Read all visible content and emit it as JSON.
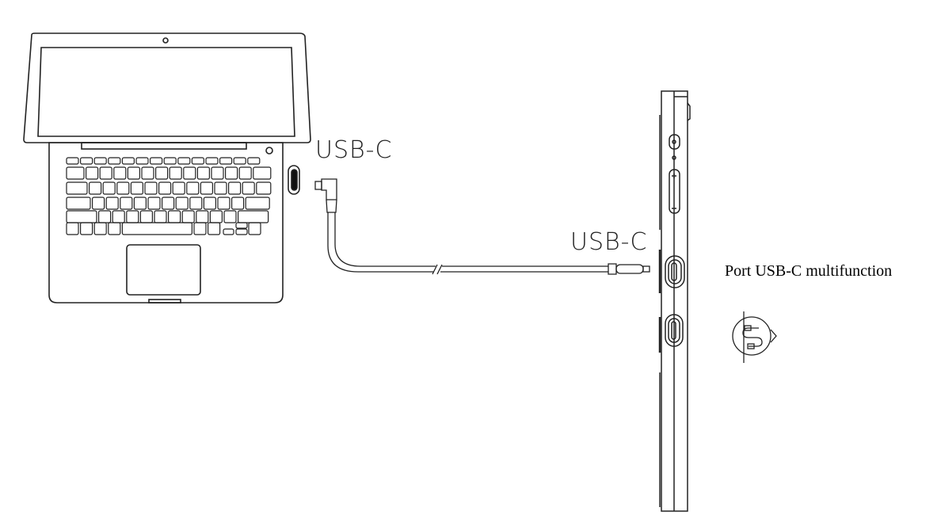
{
  "labels": {
    "laptop_port": "USB-C",
    "device_port": "USB-C",
    "caption": "Port USB-C multifunction"
  },
  "icons": [
    "laptop-icon",
    "usb-c-port-icon",
    "usb-c-cable-icon",
    "tablet-side-view-icon",
    "cable-connection-icon"
  ]
}
